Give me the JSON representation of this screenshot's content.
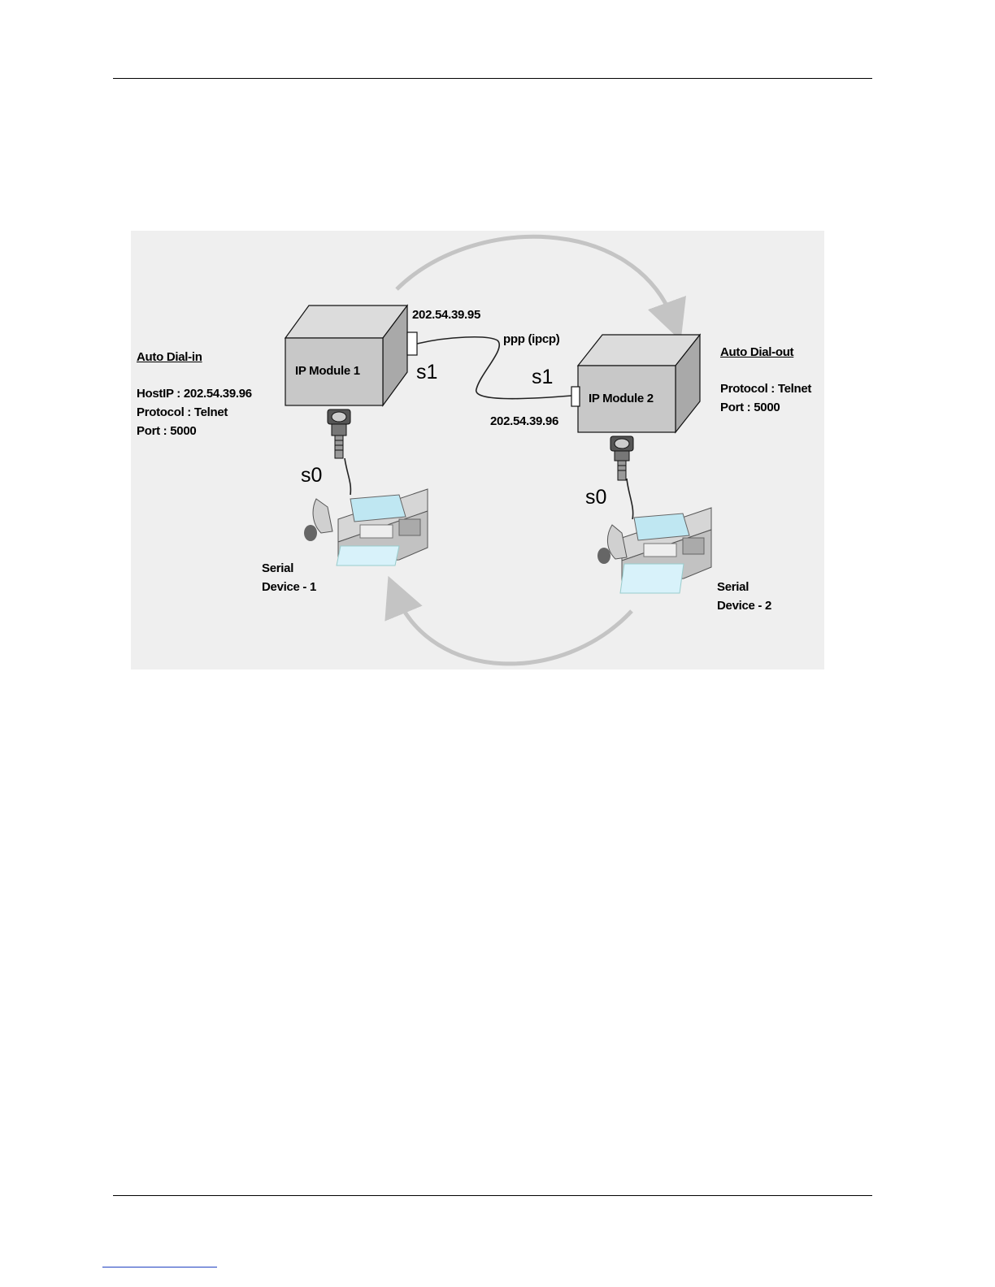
{
  "left_panel": {
    "heading": "Auto Dial-in",
    "lines": [
      "HostIP : 202.54.39.96",
      "Protocol : Telnet",
      "Port : 5000"
    ]
  },
  "right_panel": {
    "heading": "Auto Dial-out",
    "lines": [
      "Protocol : Telnet",
      "Port : 5000"
    ]
  },
  "module1": {
    "label": "IP Module 1",
    "ip": "202.54.39.95",
    "port_s1": "s1",
    "port_s0": "s0"
  },
  "module2": {
    "label": "IP Module 2",
    "ip": "202.54.39.96",
    "port_s1": "s1",
    "port_s0": "s0"
  },
  "link_label": "ppp (ipcp)",
  "device1": {
    "line1": "Serial",
    "line2": "Device - 1"
  },
  "device2": {
    "line1": "Serial",
    "line2": "Device - 2"
  },
  "colors": {
    "figure_bg": "#efefef",
    "box_front": "#c8c8c8",
    "box_top": "#dcdcdc",
    "box_side": "#aaaaaa",
    "arrow": "#c4c4c4"
  }
}
